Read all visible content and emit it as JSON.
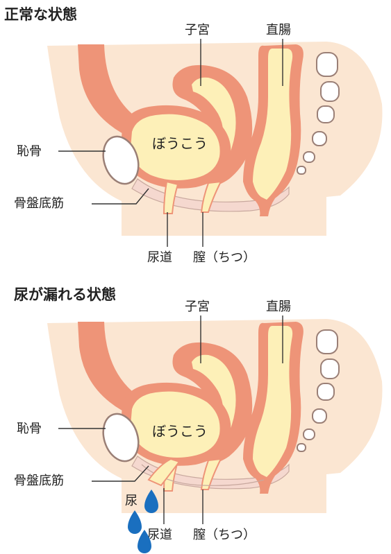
{
  "panels": [
    {
      "title": "正常な状態",
      "labels": {
        "uterus": "子宮",
        "rectum": "直腸",
        "pubic_bone": "恥骨",
        "bladder": "ぼうこう",
        "pelvic_floor": "骨盤底筋",
        "urethra": "尿道",
        "vagina": "膣（ちつ）"
      }
    },
    {
      "title": "尿が漏れる状態",
      "labels": {
        "uterus": "子宮",
        "rectum": "直腸",
        "pubic_bone": "恥骨",
        "bladder": "ぼうこう",
        "pelvic_floor": "骨盤底筋",
        "urethra": "尿道",
        "vagina": "膣（ちつ）",
        "urine": "尿"
      }
    }
  ],
  "colors": {
    "skin": "#fbe6d2",
    "muscle": "#ee9478",
    "organ": "#fdf0b8",
    "bone": "#ffffff",
    "bone_outline": "#9a7f76",
    "pelvic_floor": "#f5d8cf",
    "urine_drop": "#1a6fbf",
    "line": "#333333"
  }
}
